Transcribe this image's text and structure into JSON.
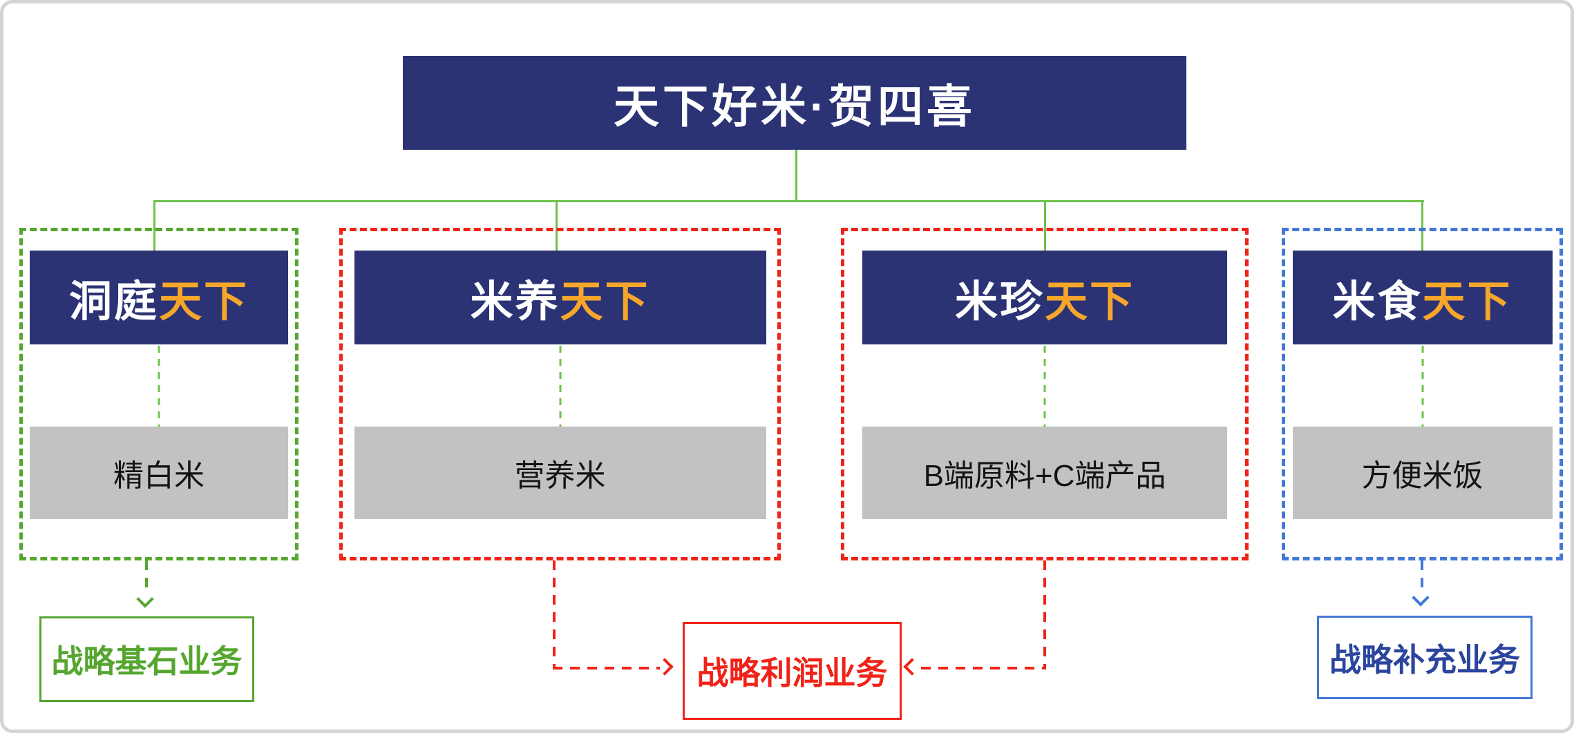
{
  "root": {
    "title": "天下好米·贺四喜"
  },
  "branches": [
    {
      "brand_white": "洞庭",
      "brand_orange": "天下",
      "product": "精白米",
      "category": "cornerstone",
      "border_color": "#55a62f"
    },
    {
      "brand_white": "米养",
      "brand_orange": "天下",
      "product": "营养米",
      "category": "profit",
      "border_color": "#f02318"
    },
    {
      "brand_white": "米珍",
      "brand_orange": "天下",
      "product": "B端原料+C端产品",
      "category": "profit",
      "border_color": "#f02318"
    },
    {
      "brand_white": "米食",
      "brand_orange": "天下",
      "product": "方便米饭",
      "category": "supplement",
      "border_color": "#4478d8"
    }
  ],
  "strategy_labels": {
    "cornerstone": "战略基石业务",
    "profit": "战略利润业务",
    "supplement": "战略补充业务"
  },
  "colors": {
    "navy_box": "#2b3375",
    "accent_orange": "#f5a62b",
    "green": "#55a62f",
    "tree_line_green": "#6cc24b",
    "red": "#f02318",
    "blue_border": "#4478d8",
    "blue_text": "#2b459e",
    "product_gray": "#c2c2c2",
    "frame_gray": "#d4d4d4"
  }
}
